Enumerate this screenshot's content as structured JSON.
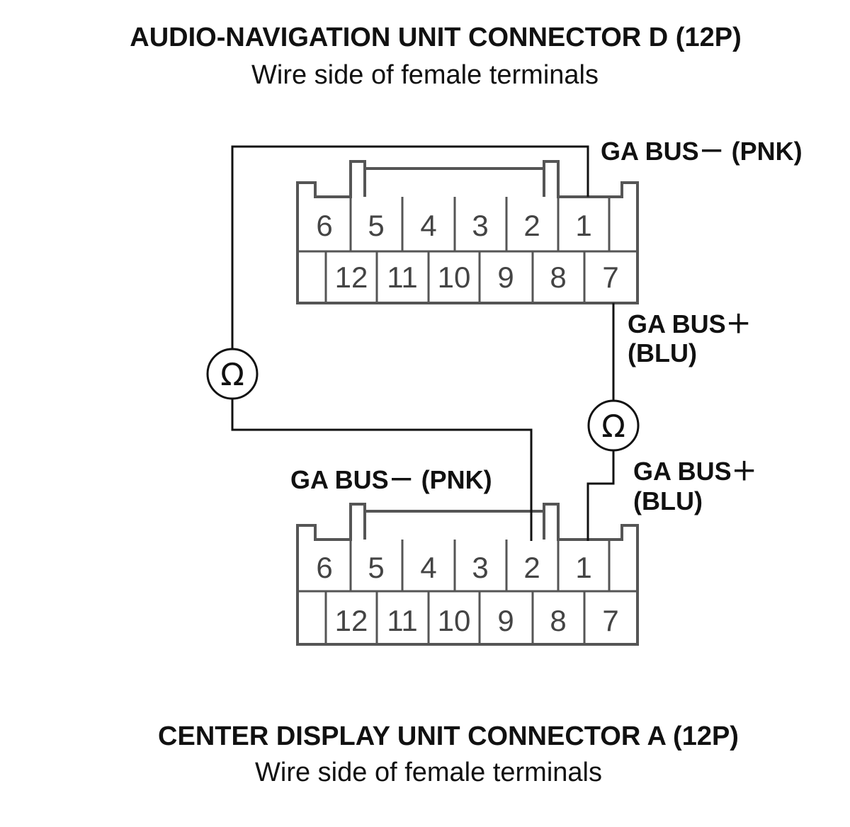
{
  "top_connector": {
    "title": "AUDIO-NAVIGATION UNIT CONNECTOR D (12P)",
    "subtitle": "Wire side of female terminals",
    "row_top": [
      "6",
      "5",
      "4",
      "3",
      "2",
      "1"
    ],
    "row_bottom": [
      "12",
      "11",
      "10",
      "9",
      "8",
      "7"
    ]
  },
  "bottom_connector": {
    "title": "CENTER DISPLAY UNIT CONNECTOR A (12P)",
    "subtitle": "Wire side of female terminals",
    "row_top": [
      "6",
      "5",
      "4",
      "3",
      "2",
      "1"
    ],
    "row_bottom": [
      "12",
      "11",
      "10",
      "9",
      "8",
      "7"
    ]
  },
  "labels": {
    "top_pin1": "GA BUS－ (PNK)",
    "top_pin7_line1": "GA BUS＋",
    "top_pin7_line2": "(BLU)",
    "bottom_pin2": "GA BUS－ (PNK)",
    "bottom_pin1_line1": "GA BUS＋",
    "bottom_pin1_line2": "(BLU)"
  },
  "meters": {
    "symbol": "Ω"
  }
}
